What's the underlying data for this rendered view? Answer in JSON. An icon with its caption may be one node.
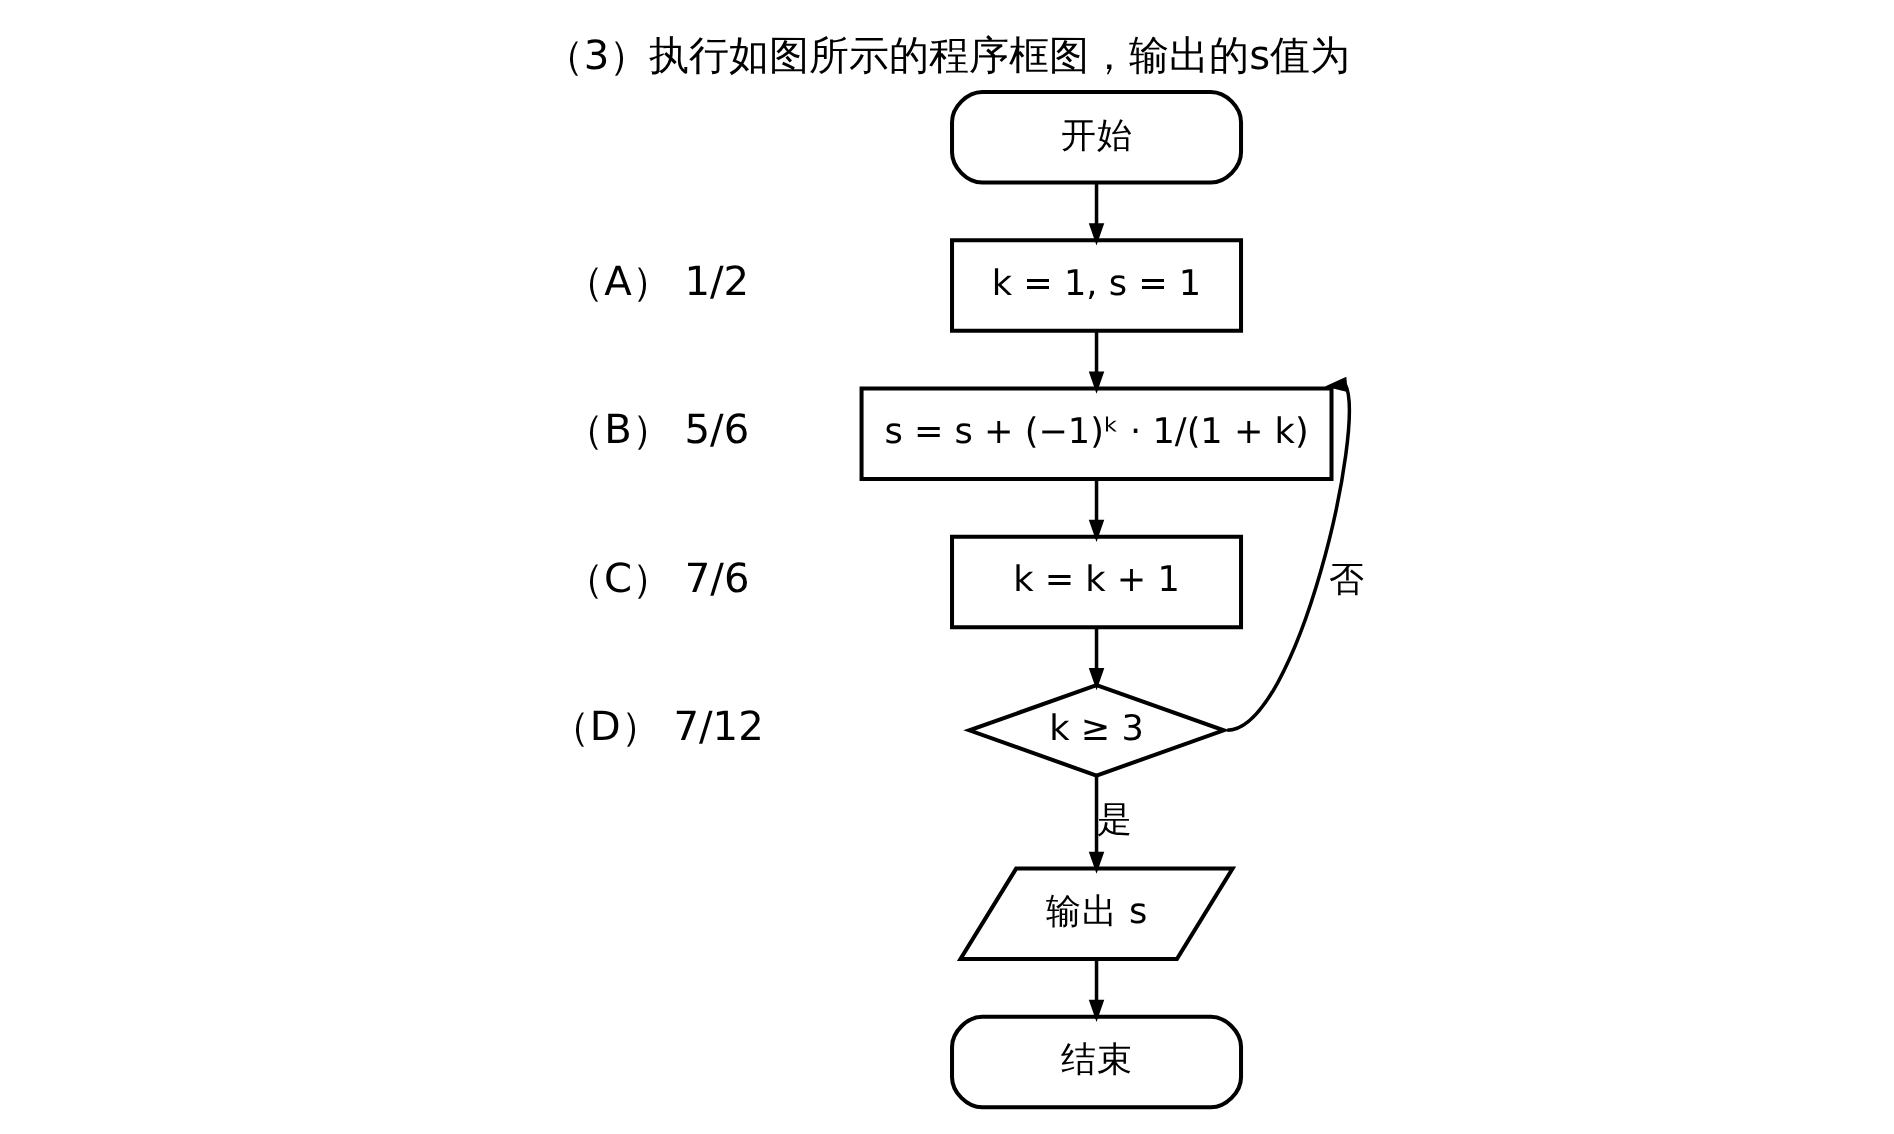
{
  "diagram": {
    "title": "（3）执行如图所示的程序框图，输出的s值为",
    "nodes": [
      {
        "text": [
          "开始"
        ]
      },
      {
        "text": [
          "k = 1, s = 1"
        ]
      },
      {
        "text": [
          "s = s + (−1)ᵏ · 1/(1 + k)"
        ]
      },
      {
        "text": [
          "k = k + 1"
        ]
      },
      {
        "text": [
          "k ≥ 3"
        ]
      },
      {
        "text": [
          "输出 s"
        ]
      },
      {
        "text": [
          "结束"
        ]
      }
    ],
    "edges": [
      {
        "from": 0,
        "to": 1,
        "arrow": "to"
      },
      {
        "from": 1,
        "to": 2,
        "arrow": "to"
      },
      {
        "from": 2,
        "to": 3,
        "arrow": "to"
      },
      {
        "from": 3,
        "to": 4,
        "arrow": "to"
      },
      {
        "from": 4,
        "to": 2,
        "arrow": "to",
        "label": "否"
      },
      {
        "from": 4,
        "to": 5,
        "arrow": "to",
        "label": "是"
      },
      {
        "from": 5,
        "to": 6,
        "arrow": "to"
      }
    ],
    "labels": [
      "（A） 1/2",
      "（B） 5/6",
      "（C） 7/6",
      "（D） 7/12"
    ]
  }
}
